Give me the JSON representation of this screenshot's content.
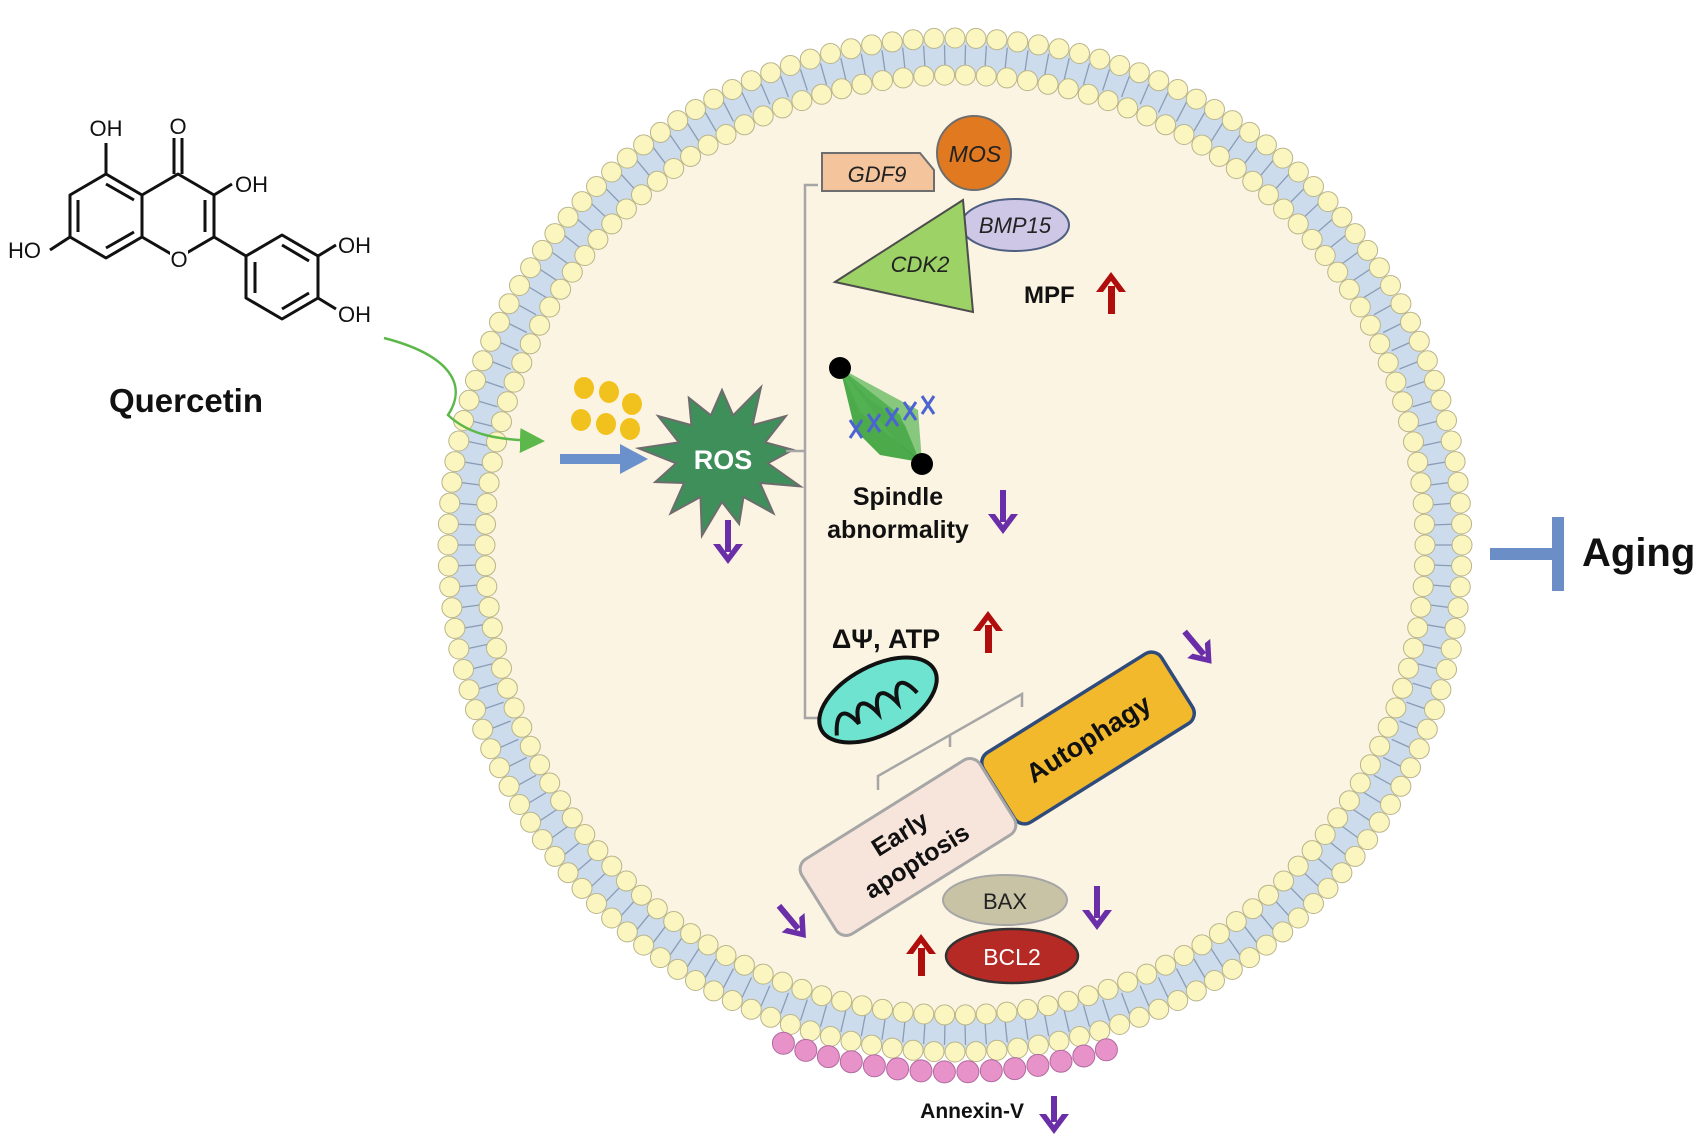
{
  "compound": {
    "name": "Quercetin",
    "groups": {
      "oh_top_left": "OH",
      "ketone": "O",
      "oh_ring_c": "OH",
      "oh_left": "HO",
      "ring_o": "O",
      "oh_catechol_1": "OH",
      "oh_catechol_2": "OH"
    }
  },
  "cell": {
    "ros": "ROS",
    "genes": {
      "gdf9": "GDF9",
      "mos": "MOS",
      "bmp15": "BMP15",
      "cdk2": "CDK2"
    },
    "mpf": "MPF",
    "spindle": {
      "line1": "Spindle",
      "line2": "abnormality"
    },
    "mito": "ΔΨ, ATP",
    "autophagy": "Autophagy",
    "apoptosis": {
      "line1": "Early",
      "line2": "apoptosis"
    },
    "bax": "BAX",
    "bcl2": "BCL2",
    "annexin": "Annexin-V"
  },
  "outcome": {
    "label": "Aging"
  },
  "colors": {
    "up_arrow": "#b00d0d",
    "down_arrow": "#6a2fa8",
    "cytoplasm": "#fbf4e2",
    "lipid_head": "#fbf6bf",
    "ros_star": "#3f8f5b",
    "mos": "#e0791f",
    "cdk2": "#9cd266",
    "bmp15": "#cfc7e6",
    "gdf9": "#f4c49d",
    "autophagy": "#f1b92b",
    "apoptosis": "#f7e5dc",
    "bax": "#c9c3a6",
    "bcl2": "#b52a25",
    "mito": "#6ee3cf",
    "annexin": "#e792c9",
    "inhibit": "#6b8ec6"
  }
}
